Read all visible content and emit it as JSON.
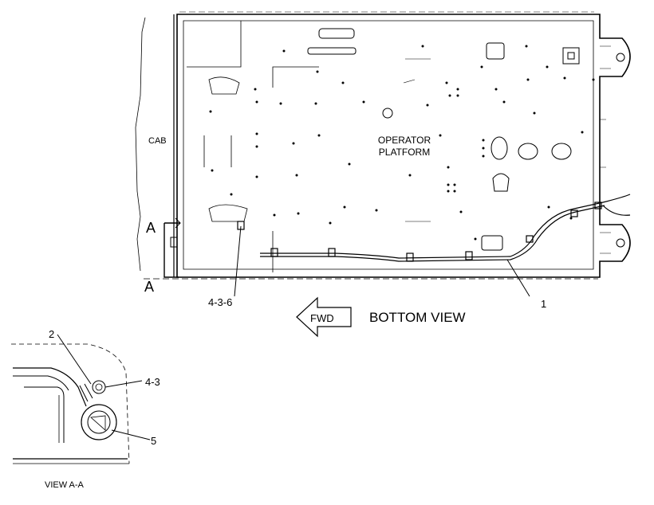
{
  "labels": {
    "cab": "CAB",
    "platform_line1": "OPERATOR",
    "platform_line2": "PLATFORM",
    "section_a_top": "A",
    "section_a_bottom": "A",
    "callout_436": "4-3-6",
    "callout_1": "1",
    "fwd": "FWD",
    "bottom_view": "BOTTOM VIEW",
    "callout_2": "2",
    "callout_43": "4-3",
    "callout_5": "5",
    "view_aa": "VIEW A-A"
  },
  "colors": {
    "line": "#000000",
    "background": "#ffffff"
  }
}
